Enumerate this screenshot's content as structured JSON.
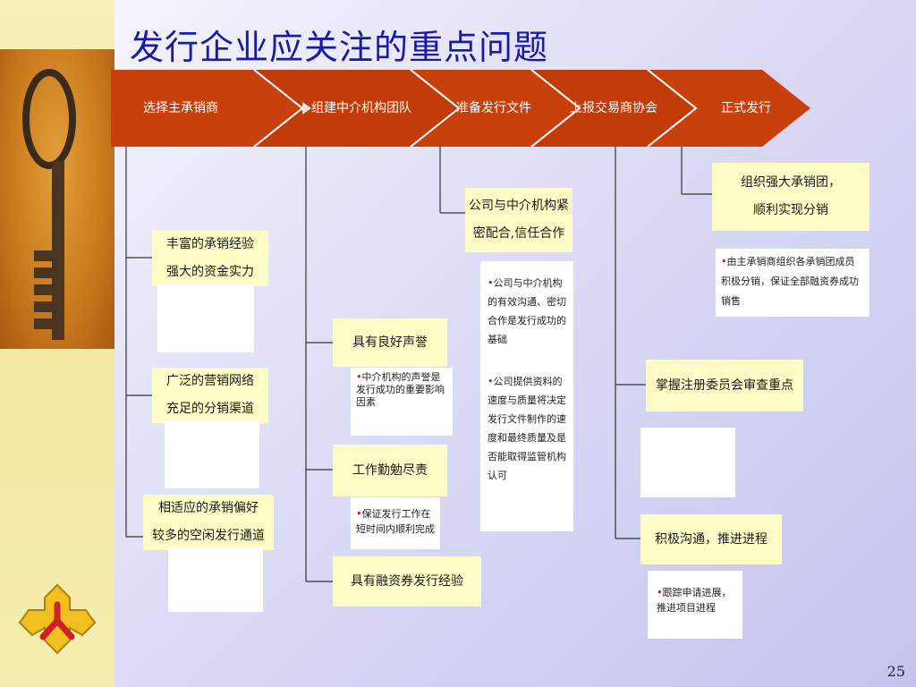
{
  "title": "发行企业应关注的重点问题",
  "stages": [
    "选择主承销商",
    "组建中介机构团队",
    "准备发行文件",
    "上报交易商协会",
    "正式发行"
  ],
  "col1": {
    "boxes": [
      {
        "line1": "丰富的承销经验",
        "line2": "强大的资金实力"
      },
      {
        "line1": "广泛的营销网络",
        "line2": "充足的分销渠道"
      },
      {
        "line1": "相适应的承销偏好",
        "line2": "较多的空闲发行通道"
      }
    ]
  },
  "col2": {
    "boxes": [
      "具有良好声誉",
      "工作勤勉尽责",
      "具有融资券发行经验"
    ],
    "notes": [
      "中介机构的声誉是发行成功的重要影响因素",
      "保证发行工作在短时间内顺利完成"
    ]
  },
  "col3": {
    "box_line1": "公司与中介机构紧",
    "box_line2": "密配合,信任合作",
    "notes": [
      "公司与中介机构的有效沟通、密切合作是发行成功的基础",
      "公司提供资料的速度与质量将决定发行文件制作的速度和最终质量及是否能取得监管机构认可"
    ]
  },
  "col4": {
    "boxes": [
      "掌握注册委员会审查重点",
      "积极沟通，推进进程"
    ],
    "notes": [
      "跟踪申请进展，推进项目进程"
    ]
  },
  "col5": {
    "box_line1": "组织强大承销团，",
    "box_line2": "顺利实现分销",
    "notes": [
      "由主承销商组织各承销团成员积极分销，保证全部融资券成功销售"
    ]
  },
  "page_number": "25",
  "colors": {
    "band": "#c8400c",
    "title": "#1a1aaa",
    "box": "#fdfcc6"
  }
}
